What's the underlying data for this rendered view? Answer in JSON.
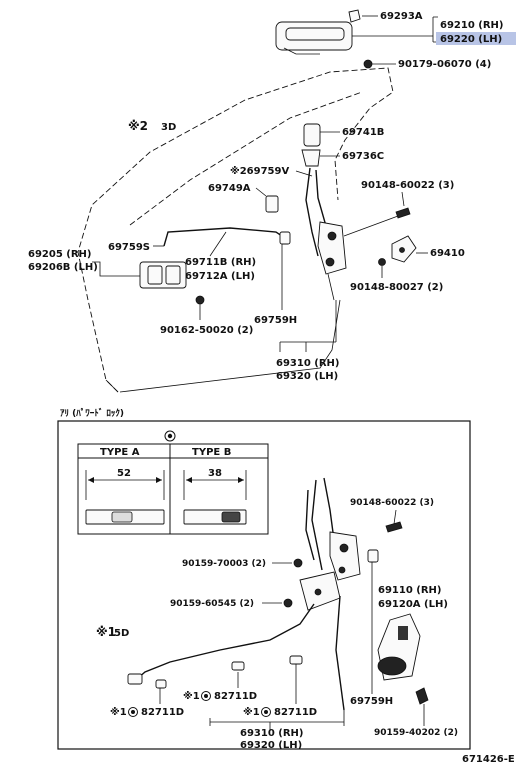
{
  "labels": {
    "p69293a": "69293A",
    "p69210": "69210 (RH)",
    "p69220": "69220 (LH)",
    "p90179": "90179-06070 (4)",
    "note2": "※2",
    "note2_3d": "3D",
    "p69741b": "69741B",
    "p69736c": "69736C",
    "p69759v": "※269759V",
    "p69749a": "69749A",
    "p90148_60022_top": "90148-60022 (3)",
    "p69759s": "69759S",
    "p69711b": "69711B (RH)",
    "p69712a": "69712A (LH)",
    "p69410": "69410",
    "p90148_80027": "90148-80027 (2)",
    "p69205": "69205 (RH)",
    "p69206b": "69206B (LH)",
    "p90162": "90162-50020 (2)",
    "p69759h_top": "69759H",
    "p69310_top": "69310 (RH)",
    "p69320_top": "69320 (LH)",
    "section_title": "ｱﾘ (ﾊﾟﾜｰﾄﾞ ﾛｯｸ)",
    "p90148_60022_bot": "90148-60022 (3)",
    "p90159_70003": "90159-70003 (2)",
    "p90159_60545": "90159-60545 (2)",
    "p69110": "69110 (RH)",
    "p69120a": "69120A (LH)",
    "note1": "※1",
    "note1_5d": "5D",
    "p82711d_a": "※1",
    "p82711d_a_num": "82711D",
    "p82711d_b": "※1",
    "p82711d_b_num": "82711D",
    "p82711d_c": "※1",
    "p82711d_c_num": "82711D",
    "p69759h_bot": "69759H",
    "p69310_bot": "69310 (RH)",
    "p69320_bot": "69320 (LH)",
    "p90159_40202": "90159-40202 (2)",
    "footer_code": "671426-E"
  },
  "type_table": {
    "type_a_label": "TYPE A",
    "type_b_label": "TYPE B",
    "type_a_value": "52",
    "type_b_value": "38"
  },
  "colors": {
    "highlight": "#b8c4e6"
  }
}
